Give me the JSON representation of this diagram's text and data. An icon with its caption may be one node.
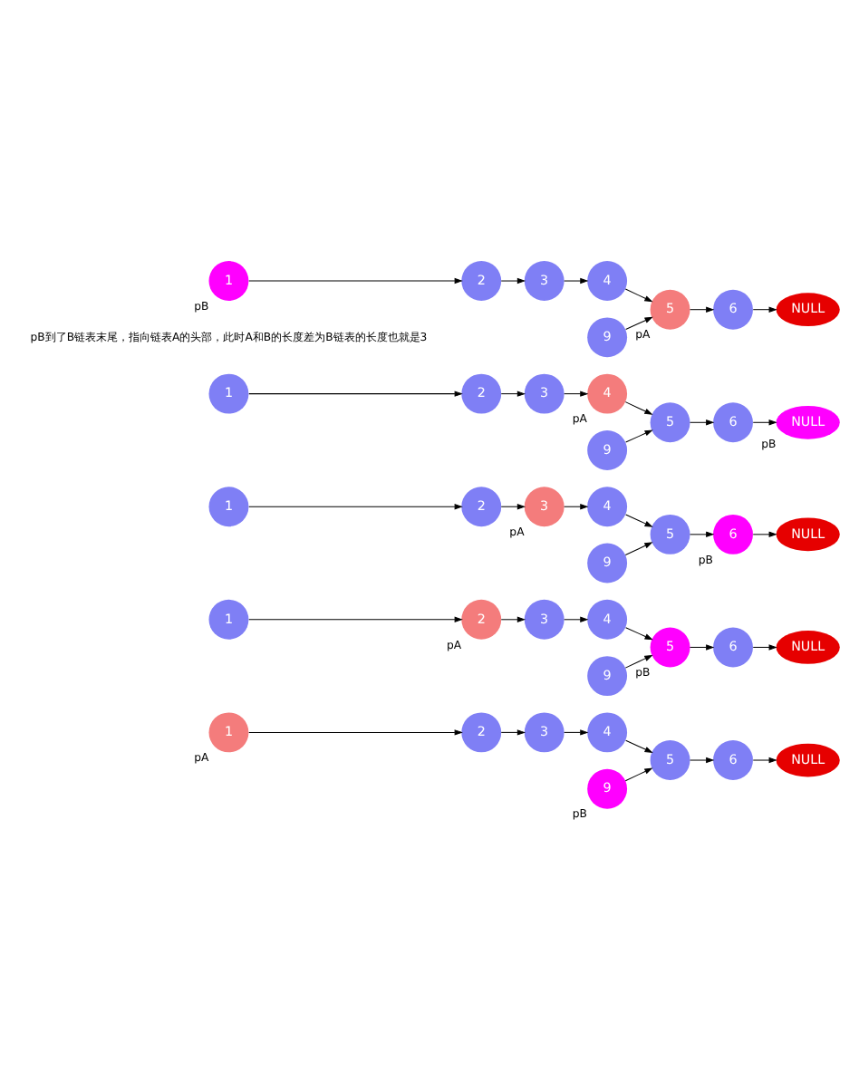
{
  "diagram": {
    "nodes": [
      {
        "text": [
          "1"
        ],
        "beside": [
          "pA"
        ]
      },
      {
        "text": [
          "2"
        ]
      },
      {
        "text": [
          "3"
        ]
      },
      {
        "text": [
          "4"
        ]
      },
      {
        "text": [
          "5"
        ]
      },
      {
        "text": [
          "6"
        ]
      },
      {
        "text": [
          "NULL"
        ]
      },
      {
        "text": [
          "9"
        ],
        "beside": [
          "pB"
        ]
      },
      {
        "text": [
          "1"
        ]
      },
      {
        "text": [
          "2"
        ],
        "beside": [
          "pA"
        ]
      },
      {
        "text": [
          "3"
        ]
      },
      {
        "text": [
          "4"
        ]
      },
      {
        "text": [
          "5"
        ],
        "beside": [
          "pB"
        ]
      },
      {
        "text": [
          "6"
        ]
      },
      {
        "text": [
          "NULL"
        ]
      },
      {
        "text": [
          "9"
        ]
      },
      {
        "text": [
          "1"
        ]
      },
      {
        "text": [
          "2"
        ]
      },
      {
        "text": [
          "3"
        ],
        "beside": [
          "pA"
        ]
      },
      {
        "text": [
          "4"
        ]
      },
      {
        "text": [
          "5"
        ]
      },
      {
        "text": [
          "6"
        ],
        "beside": [
          "pB"
        ]
      },
      {
        "text": [
          "NULL"
        ]
      },
      {
        "text": [
          "9"
        ]
      },
      {
        "text": [
          "1"
        ]
      },
      {
        "text": [
          "2"
        ]
      },
      {
        "text": [
          "3"
        ]
      },
      {
        "text": [
          "4"
        ],
        "beside": [
          "pA"
        ]
      },
      {
        "text": [
          "5"
        ]
      },
      {
        "text": [
          "6"
        ]
      },
      {
        "text": [
          "NULL"
        ],
        "beside": [
          "pB"
        ]
      },
      {
        "text": [
          "9"
        ]
      },
      {
        "text": [
          "1"
        ],
        "beside": [
          "pB"
        ]
      },
      {
        "text": [
          "2"
        ]
      },
      {
        "text": [
          "3"
        ]
      },
      {
        "text": [
          "4"
        ]
      },
      {
        "text": [
          "5"
        ],
        "beside": [
          "pA"
        ]
      },
      {
        "text": [
          "6"
        ]
      },
      {
        "text": [
          "NULL"
        ]
      },
      {
        "text": [
          "9"
        ]
      }
    ],
    "edges": [
      {
        "from": 0,
        "to": 1,
        "arrow": "to"
      },
      {
        "from": 1,
        "to": 2,
        "arrow": "to"
      },
      {
        "from": 2,
        "to": 3,
        "arrow": "to"
      },
      {
        "from": 3,
        "to": 4,
        "arrow": "to"
      },
      {
        "from": 4,
        "to": 5,
        "arrow": "to"
      },
      {
        "from": 5,
        "to": 6,
        "arrow": "to"
      },
      {
        "from": 7,
        "to": 4,
        "arrow": "to"
      },
      {
        "from": 8,
        "to": 9,
        "arrow": "to"
      },
      {
        "from": 9,
        "to": 10,
        "arrow": "to"
      },
      {
        "from": 10,
        "to": 11,
        "arrow": "to"
      },
      {
        "from": 11,
        "to": 12,
        "arrow": "to"
      },
      {
        "from": 12,
        "to": 13,
        "arrow": "to"
      },
      {
        "from": 13,
        "to": 14,
        "arrow": "to"
      },
      {
        "from": 15,
        "to": 12,
        "arrow": "to"
      },
      {
        "from": 16,
        "to": 17,
        "arrow": "to"
      },
      {
        "from": 17,
        "to": 18,
        "arrow": "to"
      },
      {
        "from": 18,
        "to": 19,
        "arrow": "to"
      },
      {
        "from": 19,
        "to": 20,
        "arrow": "to"
      },
      {
        "from": 20,
        "to": 21,
        "arrow": "to"
      },
      {
        "from": 21,
        "to": 22,
        "arrow": "to"
      },
      {
        "from": 23,
        "to": 20,
        "arrow": "to"
      },
      {
        "from": 24,
        "to": 25,
        "arrow": "to"
      },
      {
        "from": 25,
        "to": 26,
        "arrow": "to"
      },
      {
        "from": 26,
        "to": 27,
        "arrow": "to"
      },
      {
        "from": 27,
        "to": 28,
        "arrow": "to"
      },
      {
        "from": 28,
        "to": 29,
        "arrow": "to"
      },
      {
        "from": 29,
        "to": 30,
        "arrow": "to"
      },
      {
        "from": 31,
        "to": 28,
        "arrow": "to"
      },
      {
        "from": 32,
        "to": 33,
        "arrow": "to"
      },
      {
        "from": 33,
        "to": 34,
        "arrow": "to"
      },
      {
        "from": 34,
        "to": 35,
        "arrow": "to"
      },
      {
        "from": 35,
        "to": 36,
        "arrow": "to"
      },
      {
        "from": 36,
        "to": 37,
        "arrow": "to"
      },
      {
        "from": 37,
        "to": 38,
        "arrow": "to"
      },
      {
        "from": 39,
        "to": 36,
        "arrow": "to"
      }
    ],
    "labels": [
      "pB到了B链表末尾，指向链表A的头部，此时A和B的长度差为B链表的长度也就是3"
    ]
  }
}
